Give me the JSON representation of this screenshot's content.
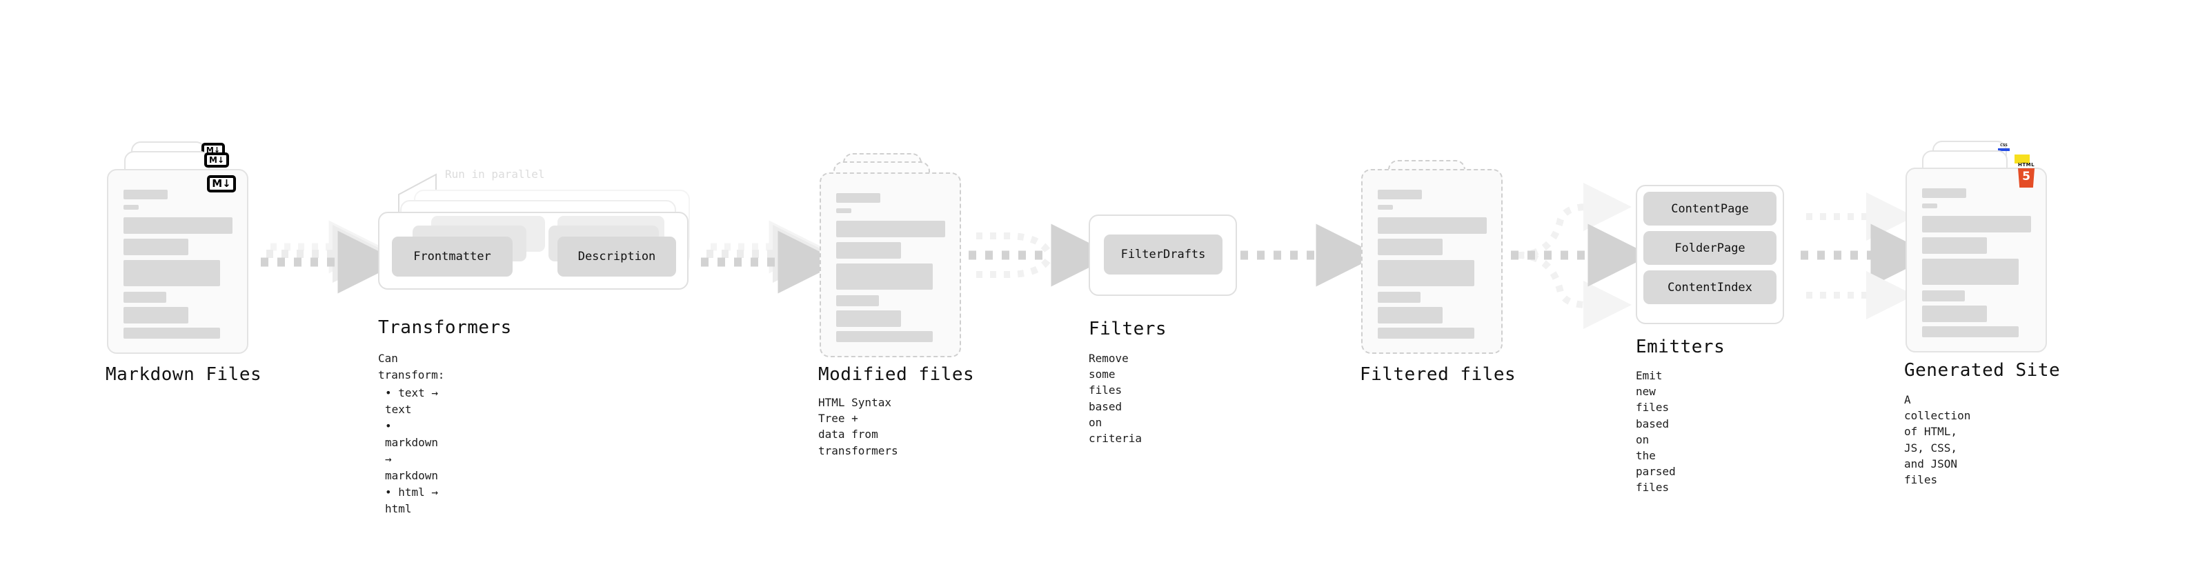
{
  "diagram": {
    "type": "pipeline-flow",
    "title": "Quartz content processing pipeline",
    "colors": {
      "skeleton": "#d9d9d9",
      "card_border": "#e3e3e3",
      "dashed_border": "#cfcfcf",
      "arrow": "#d2d2d2",
      "text": "#111111",
      "muted_text": "#dcdcdc",
      "html5": "#e44d26",
      "js": "#f7df1e",
      "css": "#264de4"
    }
  },
  "stages": [
    {
      "id": "markdown-files",
      "title": "Markdown Files",
      "subtitle": "",
      "badge": "markdown-badge",
      "badge_label": "M",
      "kind": "document-stack"
    },
    {
      "id": "transformers",
      "title": "Transformers",
      "note": "Run in parallel",
      "chips": [
        "Frontmatter",
        "Description"
      ],
      "bullets_head": "Can transform:",
      "bullets": [
        "text → text",
        "markdown → markdown",
        "html → html"
      ],
      "kind": "group"
    },
    {
      "id": "modified-files",
      "title": "Modified files",
      "subtitle": "HTML Syntax Tree +\ndata from transformers",
      "kind": "document-stack-dashed"
    },
    {
      "id": "filters",
      "title": "Filters",
      "subtitle": "Remove some files based\non criteria",
      "chips": [
        "FilterDrafts"
      ],
      "kind": "group"
    },
    {
      "id": "filtered-files",
      "title": "Filtered files",
      "subtitle": "",
      "kind": "document-stack-dashed"
    },
    {
      "id": "emitters",
      "title": "Emitters",
      "subtitle": "Emit new files based on\nthe parsed files",
      "chips": [
        "ContentPage",
        "FolderPage",
        "ContentIndex"
      ],
      "kind": "group"
    },
    {
      "id": "generated-site",
      "title": "Generated Site",
      "subtitle": "A collection of HTML,\nJS, CSS, and JSON files",
      "badges": [
        "css3-badge",
        "javascript-badge",
        "html5-badge"
      ],
      "badge_labels": {
        "html5": "HTML",
        "html5_digit": "5",
        "css": "CSS"
      },
      "kind": "document-stack"
    }
  ],
  "connectors": [
    {
      "from": "markdown-files",
      "to": "transformers",
      "style": "triple-parallel-dashed"
    },
    {
      "from": "transformers",
      "to": "modified-files",
      "style": "triple-parallel-dashed"
    },
    {
      "from": "modified-files",
      "to": "filters",
      "style": "converging-dashed"
    },
    {
      "from": "filters",
      "to": "filtered-files",
      "style": "single-dashed"
    },
    {
      "from": "filtered-files",
      "to": "emitters",
      "style": "diverging-dashed"
    },
    {
      "from": "emitters",
      "to": "generated-site",
      "style": "triple-row-dashed"
    }
  ],
  "inner_arrows": {
    "from": "Frontmatter",
    "to": "Description",
    "count": 3
  }
}
